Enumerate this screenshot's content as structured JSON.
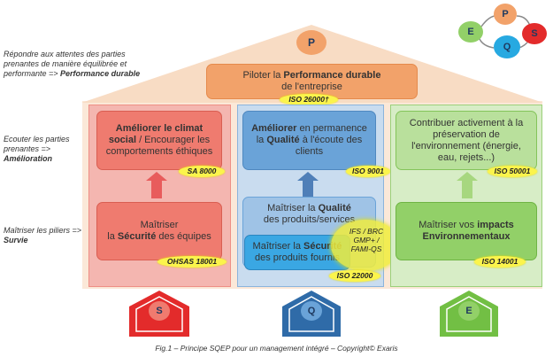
{
  "logo": {
    "p": "P",
    "e": "E",
    "s": "S",
    "q": "Q"
  },
  "left_labels": {
    "top": {
      "text": "Répondre aux attentes des parties prenantes de manière équilibrée et performante => ",
      "bold": "Performance durable"
    },
    "middle": {
      "text": "Ecouter les parties prenantes => ",
      "bold": "Amélioration"
    },
    "bottom": {
      "text": "Maîtriser les piliers => ",
      "bold": "Survie"
    }
  },
  "roof": {
    "letter": "P",
    "box_prefix": "Piloter la ",
    "box_bold": "Performance durable",
    "box_suffix": "de l'entreprise",
    "badge": "ISO 26000†"
  },
  "columns": {
    "s": {
      "top_bold": "Améliorer le climat social",
      "top_rest": " / Encourager les comportements éthiques",
      "top_badge": "SA 8000",
      "bottom_line1": "Maîtriser",
      "bottom_prefix": "la ",
      "bottom_bold": "Sécurité",
      "bottom_suffix": " des équipes",
      "bottom_badge": "OHSAS 18001",
      "letter": "S"
    },
    "q": {
      "top_bold": "Améliorer",
      "top_rest1": " en permanence la ",
      "top_bold2": "Qualité",
      "top_rest2": " à l'écoute des clients",
      "top_badge": "ISO 9001",
      "mid_prefix": "Maîtriser la ",
      "mid_bold": "Qualité",
      "mid_suffix": "des produits/services",
      "inner_prefix": "Maîtriser la ",
      "inner_bold": "Sécurité",
      "inner_suffix": "des produits fournis",
      "side_badge": "IFS / BRC GMP+ / FAMI-QS",
      "bottom_badge": "ISO 22000",
      "letter": "Q"
    },
    "e": {
      "top_text": "Contribuer activement à la préservation de l'environnement (énergie, eau, rejets...)",
      "top_badge": "ISO 50001",
      "bottom_prefix": "Maîtriser vos ",
      "bottom_bold": "impacts Environnementaux",
      "bottom_badge": "ISO 14001",
      "letter": "E"
    }
  },
  "caption": "Fig.1 – Principe SQEP pour un management intégré – Copyright© Exaris",
  "colors": {
    "roof": "#f8dcc4",
    "orange": "#f2a26a",
    "red": "#ef7b6f",
    "blue": "#6aa3d8",
    "green": "#92d068",
    "yellow": "#fbf44c"
  }
}
